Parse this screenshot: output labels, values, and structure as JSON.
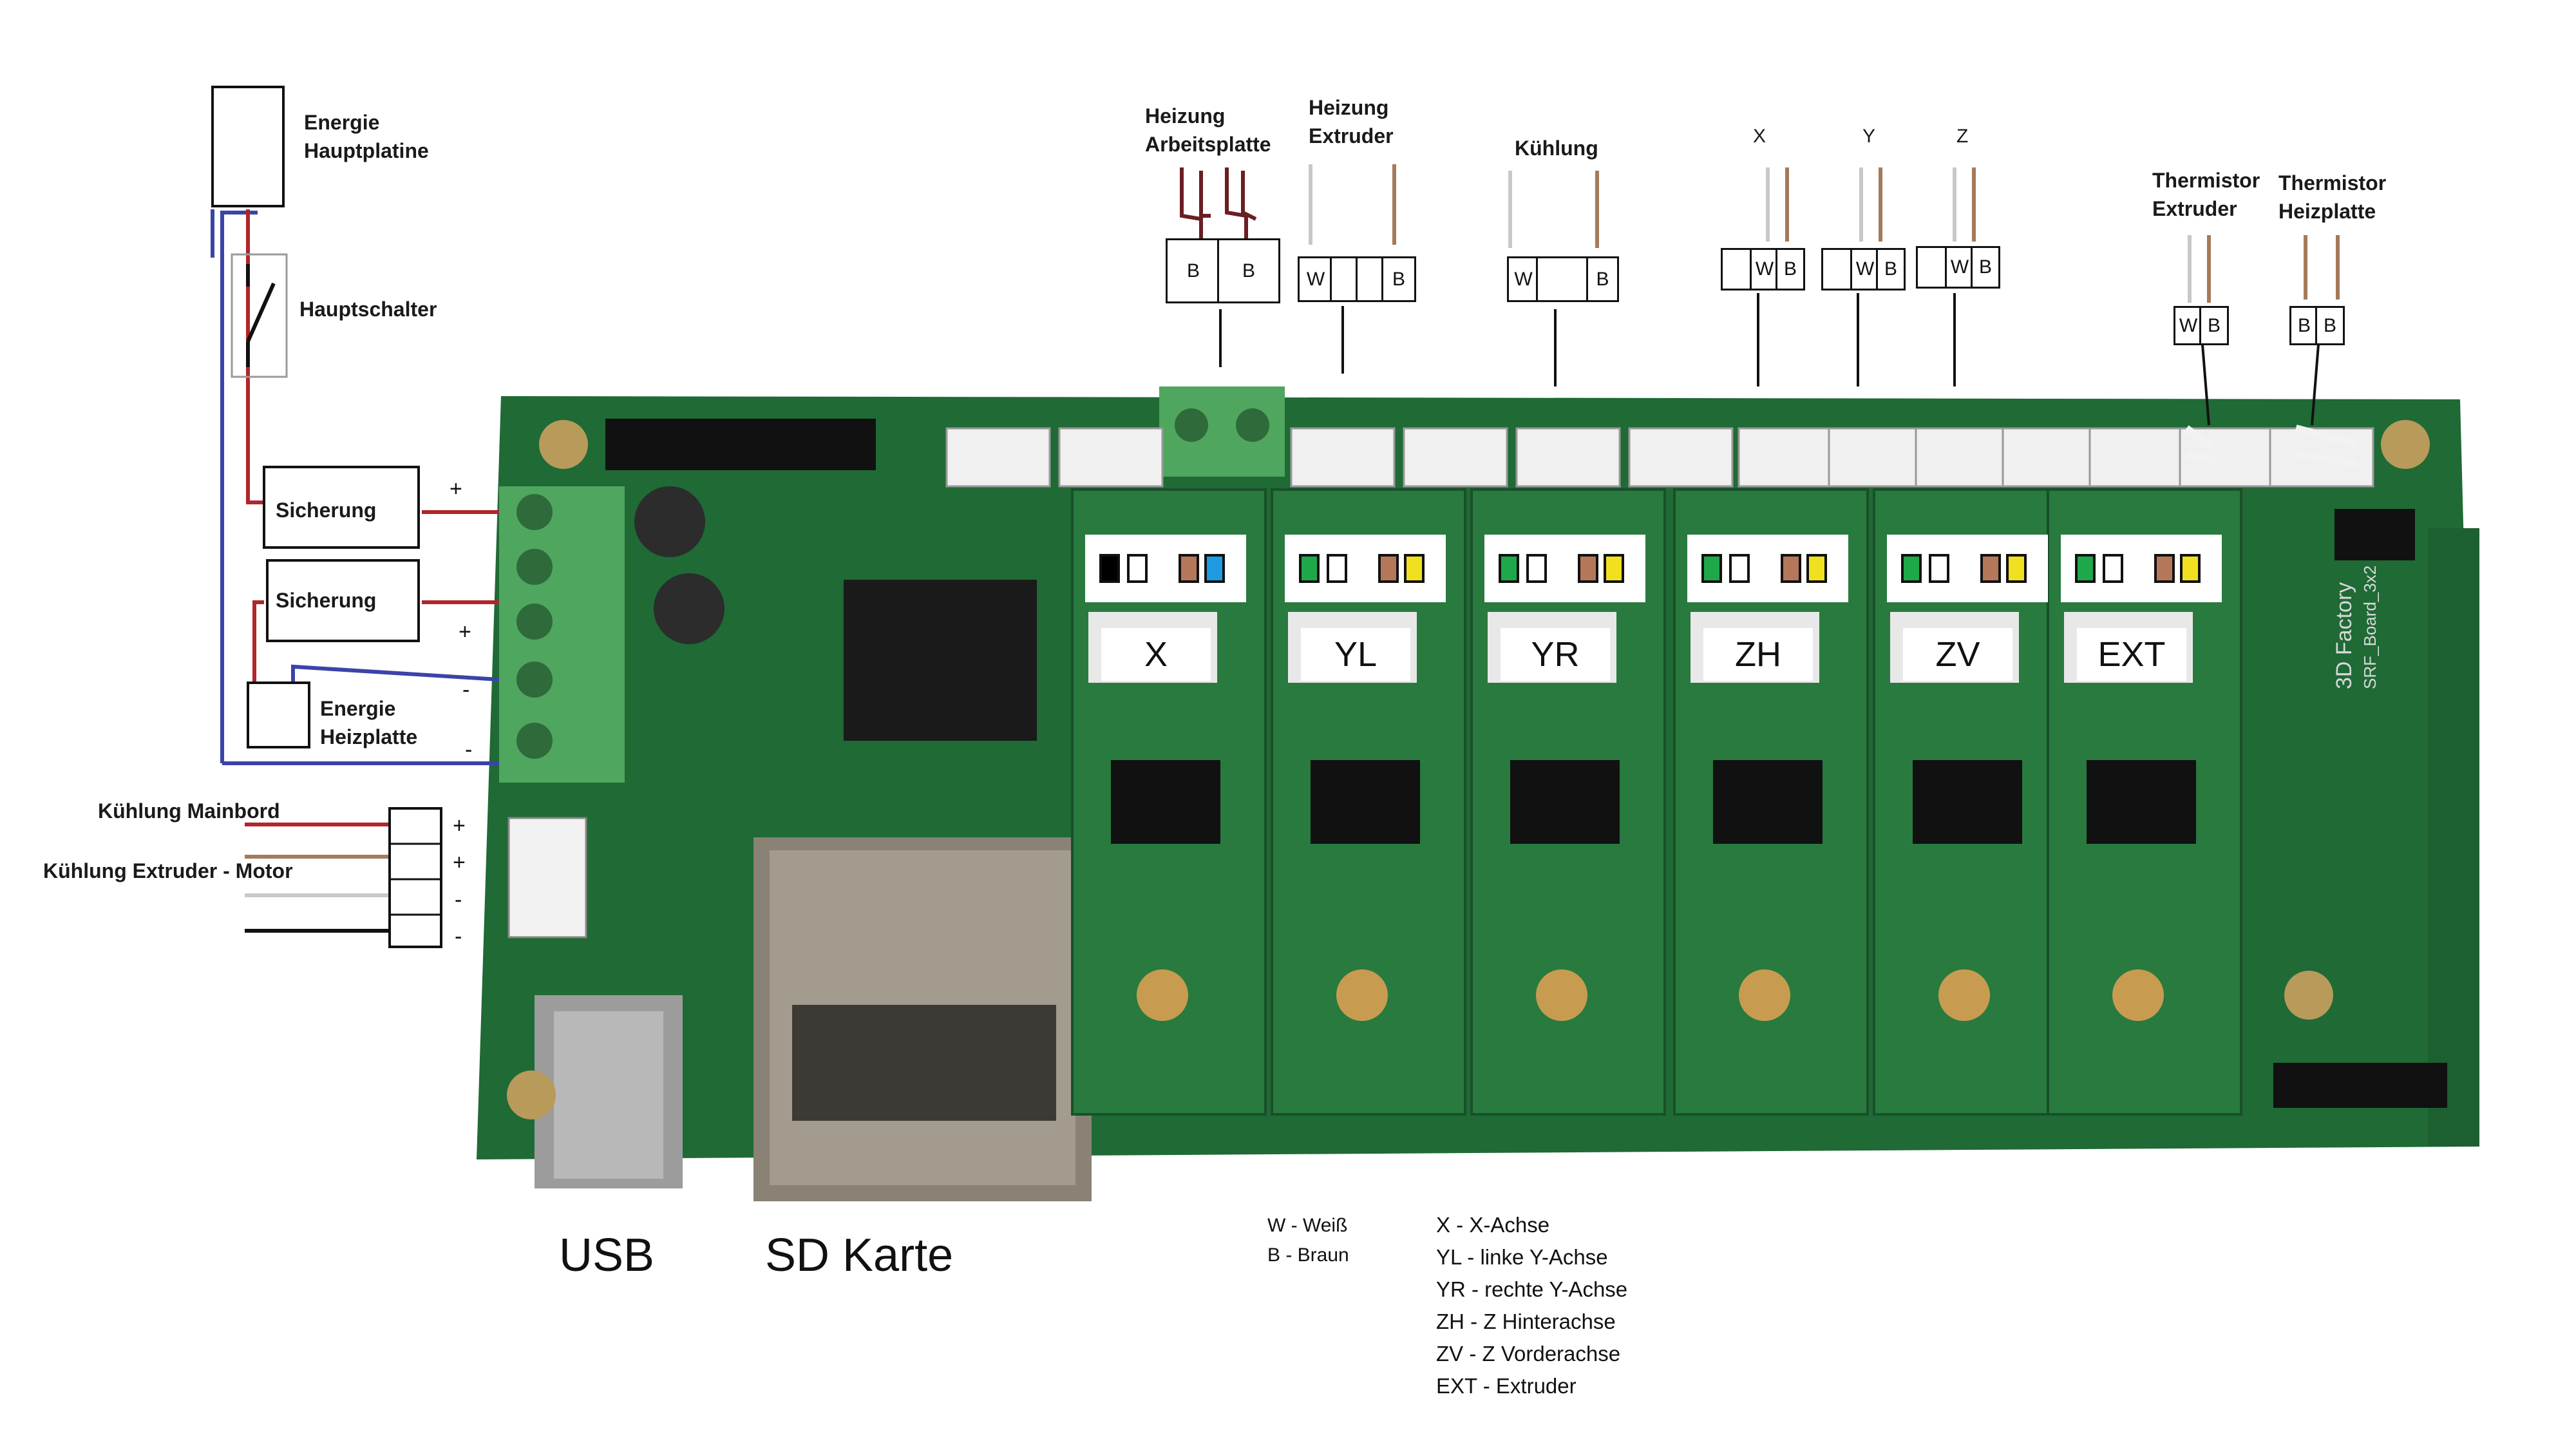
{
  "top_labels": {
    "heizung_arbeitsplatte": [
      "Heizung",
      "Arbeitsplatte"
    ],
    "heizung_extruder": [
      "Heizung",
      "Extruder"
    ],
    "kuehlung": "Kühlung",
    "axis_x": "X",
    "axis_y": "Y",
    "axis_z": "Z",
    "thermistor_extruder": [
      "Thermistor",
      "Extruder"
    ],
    "thermistor_heizplatte": [
      "Thermistor",
      "Heizplatte"
    ]
  },
  "left_labels": {
    "energie_hauptplatine": [
      "Energie",
      "Hauptplatine"
    ],
    "hauptschalter": "Hauptschalter",
    "sicherung_1": "Sicherung",
    "sicherung_2": "Sicherung",
    "energie_heizplatte": [
      "Energie",
      "Heizplatte"
    ],
    "kuehlung_mainbord": "Kühlung Mainbord",
    "kuehlung_extruder_motor": "Kühlung Extruder - Motor"
  },
  "terminal_signs": [
    "+",
    "+",
    "-",
    "-"
  ],
  "fan_signs": [
    "+",
    "+",
    "-",
    "-"
  ],
  "connector_letters": {
    "heizung_arbeitsplatte": [
      "B",
      "B"
    ],
    "heizung_extruder": [
      "W",
      "",
      "",
      "B"
    ],
    "kuehlung": [
      "W",
      "",
      "B"
    ],
    "axis_x": [
      "",
      "W",
      "B"
    ],
    "axis_y": [
      "",
      "W",
      "B"
    ],
    "axis_z": [
      "",
      "W",
      "B"
    ],
    "thermistor_extruder": [
      "W",
      "B"
    ],
    "thermistor_heizplatte": [
      "B",
      "B"
    ]
  },
  "drivers": [
    {
      "label": "X",
      "colors": [
        "#000000",
        "#ffffff",
        "#b5775a",
        "#1e9be0"
      ]
    },
    {
      "label": "YL",
      "colors": [
        "#1ea84a",
        "#ffffff",
        "#b5775a",
        "#f0e020"
      ]
    },
    {
      "label": "YR",
      "colors": [
        "#1ea84a",
        "#ffffff",
        "#b5775a",
        "#f0e020"
      ]
    },
    {
      "label": "ZH",
      "colors": [
        "#1ea84a",
        "#ffffff",
        "#b5775a",
        "#f0e020"
      ]
    },
    {
      "label": "ZV",
      "colors": [
        "#1ea84a",
        "#ffffff",
        "#b5775a",
        "#f0e020"
      ]
    },
    {
      "label": "EXT",
      "colors": [
        "#1ea84a",
        "#ffffff",
        "#b5775a",
        "#f0e020"
      ]
    }
  ],
  "board_silk": [
    "3D Factory",
    "SRF_Board_3x2"
  ],
  "bottom_labels": {
    "usb": "USB",
    "sd": "SD Karte"
  },
  "legend_colors": [
    "W - Weiß",
    "B - Braun"
  ],
  "legend_axes": [
    "X - X-Achse",
    "YL - linke Y-Achse",
    "YR - rechte Y-Achse",
    "ZH - Z Hinterachse",
    "ZV - Z Vorderachse",
    "EXT - Extruder"
  ],
  "colors": {
    "pcb": "#1f6a35",
    "wire_red": "#b0262a",
    "wire_blue": "#3a44a8",
    "wire_dark_red": "#6b1e22",
    "wire_brown": "#a57a5a",
    "wire_white": "#c8c8c8",
    "terminal_green": "#4fa65e"
  }
}
